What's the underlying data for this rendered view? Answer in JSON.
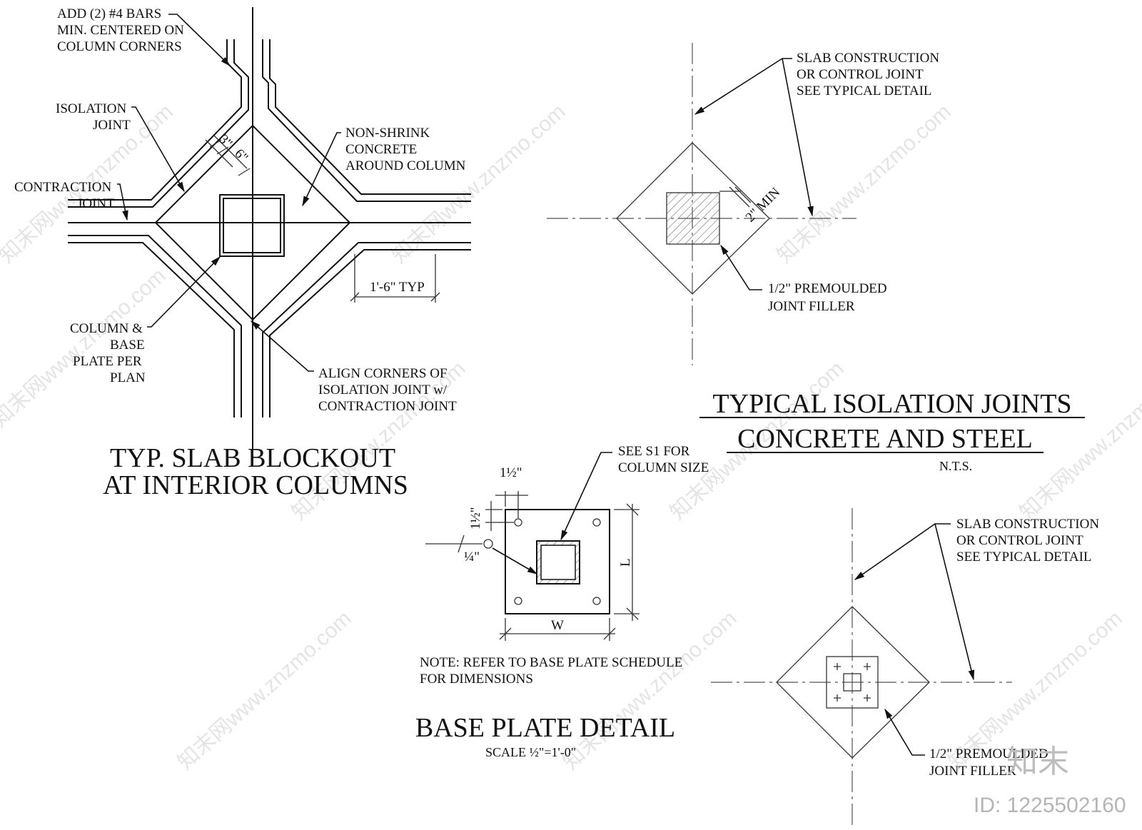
{
  "watermark": {
    "text": "知末网www.znzmo.com",
    "logo": "知末",
    "id": "ID: 1225502160"
  },
  "blockout": {
    "label_bars": [
      "ADD (2) #4 BARS",
      "MIN. CENTERED ON",
      "COLUMN CORNERS"
    ],
    "label_isolation": [
      "ISOLATION",
      "JOINT"
    ],
    "label_contraction": [
      "CONTRACTION",
      "JOINT"
    ],
    "label_nonshrink": [
      "NON-SHRINK",
      "CONCRETE",
      "AROUND COLUMN"
    ],
    "dim_3": "3\"",
    "dim_6": "6\"",
    "dim_typ": "1'-6\" TYP",
    "label_column": [
      "COLUMN &",
      "BASE",
      "PLATE PER",
      "PLAN"
    ],
    "label_align": [
      "ALIGN CORNERS OF",
      "ISOLATION JOINT w/",
      "CONTRACTION JOINT"
    ],
    "title": [
      "TYP. SLAB BLOCKOUT",
      "AT INTERIOR COLUMNS"
    ]
  },
  "isolation": {
    "label_slab_top": [
      "SLAB CONSTRUCTION",
      "OR CONTROL JOINT",
      "SEE TYPICAL DETAIL"
    ],
    "dim_min": "2\" MIN",
    "label_filler_top": [
      "1/2\" PREMOULDED",
      "JOINT FILLER"
    ],
    "title": [
      "TYPICAL ISOLATION JOINTS",
      "CONCRETE AND STEEL"
    ],
    "scale": "N.T.S.",
    "label_slab_bottom": [
      "SLAB CONSTRUCTION",
      "OR CONTROL JOINT",
      "SEE TYPICAL DETAIL"
    ],
    "label_filler_bottom": [
      "1/2\" PREMOULDED",
      "JOINT FILLER"
    ]
  },
  "baseplate": {
    "dim_top": "1½\"",
    "dim_left": "1½\"",
    "dim_quarter": "¼\"",
    "label_see": [
      "SEE S1 FOR",
      "COLUMN SIZE"
    ],
    "dim_L": "L",
    "dim_W": "W",
    "note": [
      "NOTE: REFER TO BASE PLATE SCHEDULE",
      "FOR DIMENSIONS"
    ],
    "title": "BASE PLATE DETAIL",
    "scale": "SCALE ½\"=1'-0\""
  }
}
